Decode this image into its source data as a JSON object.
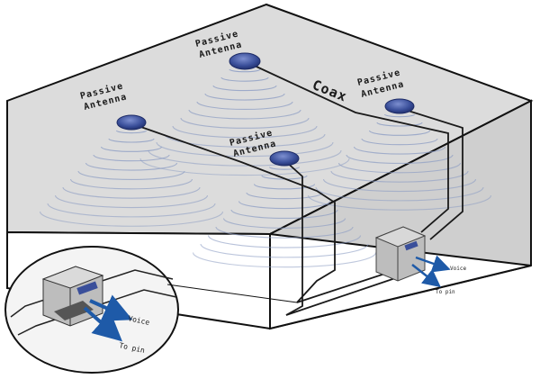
{
  "antennas": [
    {
      "id": "a1",
      "line1": "Passive",
      "line2": "Antenna"
    },
    {
      "id": "a2",
      "line1": "Passive",
      "line2": "Antenna"
    },
    {
      "id": "a3",
      "line1": "Passive",
      "line2": "Antenna"
    },
    {
      "id": "a4",
      "line1": "Passive",
      "line2": "Antenna"
    }
  ],
  "cable_label": "Coax",
  "hub": {
    "voice_label": "Voice",
    "data_label": "To pin"
  },
  "inset": {
    "voice_label": "Voice",
    "data_label": "To pin"
  },
  "colors": {
    "wall_back": "#d9d9d9",
    "wall_right": "#c8c8c8",
    "floor": "#ffffff",
    "outline": "#111111",
    "coverage_ring": "#8e9ec4",
    "antenna_body": "#3a4f9a",
    "antenna_rim": "#1d2b66",
    "hub_box": "#b8b8b8",
    "arrow": "#1e5aa8"
  },
  "icons": [
    "antenna-disc-icon",
    "hub-box-icon",
    "arrow-icon"
  ]
}
